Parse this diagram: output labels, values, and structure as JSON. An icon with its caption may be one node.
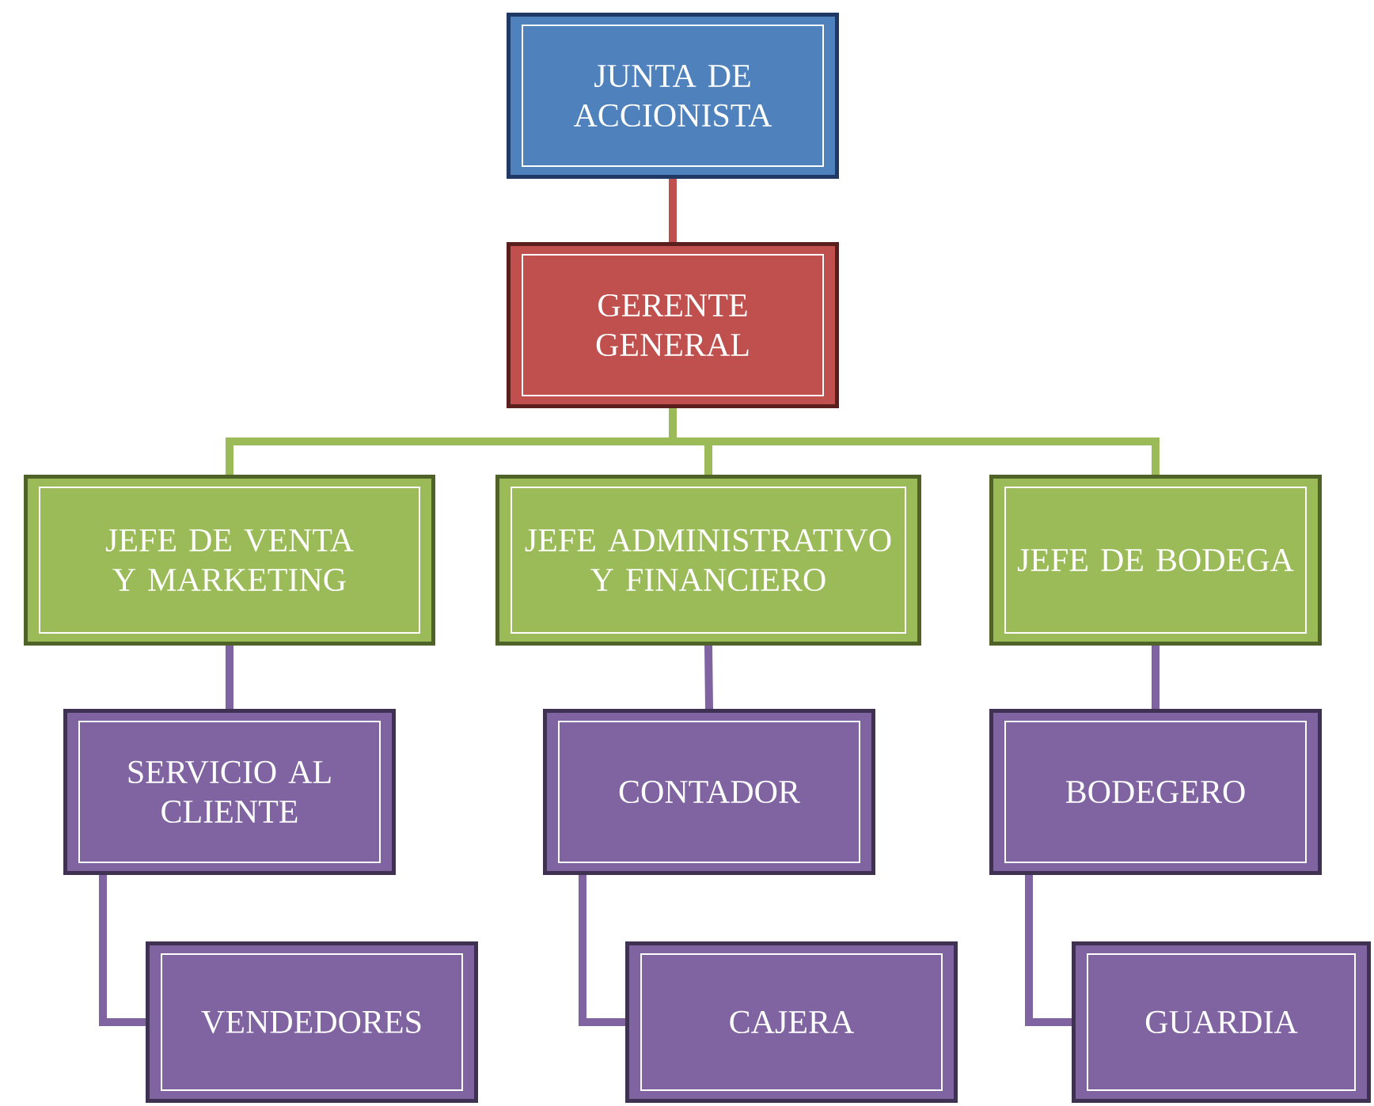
{
  "diagram": {
    "nodes": [
      {
        "text": [
          "JUNTA DE ACCIONISTA"
        ]
      },
      {
        "text": [
          "GERENTE GENERAL"
        ]
      },
      {
        "text": [
          "JEFE DE VENTA Y MARKETING"
        ]
      },
      {
        "text": [
          "JEFE ADMINISTRATIVO Y FINANCIERO"
        ]
      },
      {
        "text": [
          "JEFE DE BODEGA"
        ]
      },
      {
        "text": [
          "SERVICIO AL CLIENTE"
        ]
      },
      {
        "text": [
          "CONTADOR"
        ]
      },
      {
        "text": [
          "BODEGERO"
        ]
      },
      {
        "text": [
          "VENDEDORES"
        ]
      },
      {
        "text": [
          "CAJERA"
        ]
      },
      {
        "text": [
          "GUARDIA"
        ]
      }
    ],
    "edges": [
      {
        "from": 0,
        "to": 1,
        "arrow": "none",
        "color": "#c0504d"
      },
      {
        "from": 1,
        "to": 2,
        "arrow": "none",
        "color": "#9bbb59"
      },
      {
        "from": 1,
        "to": 3,
        "arrow": "none",
        "color": "#9bbb59"
      },
      {
        "from": 1,
        "to": 4,
        "arrow": "none",
        "color": "#9bbb59"
      },
      {
        "from": 2,
        "to": 5,
        "arrow": "none"
      },
      {
        "from": 3,
        "to": 6,
        "arrow": "none"
      },
      {
        "from": 4,
        "to": 7,
        "arrow": "none"
      },
      {
        "from": 5,
        "to": 8,
        "arrow": "none"
      },
      {
        "from": 6,
        "to": 9,
        "arrow": "none"
      },
      {
        "from": 7,
        "to": 10,
        "arrow": "none"
      }
    ]
  }
}
